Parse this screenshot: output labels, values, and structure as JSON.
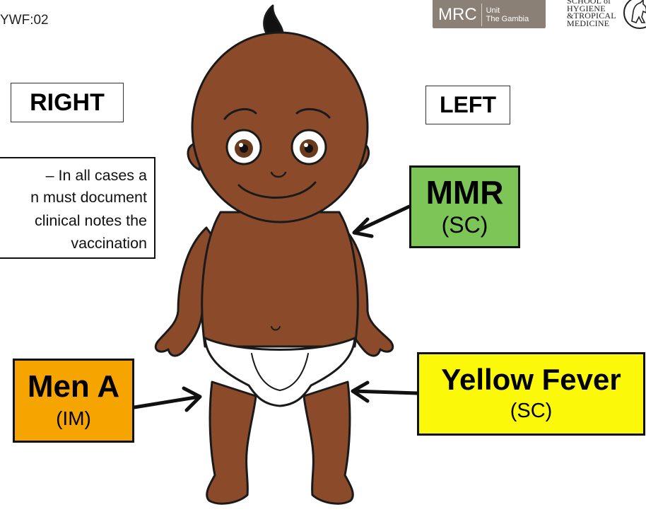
{
  "header": {
    "doc_code": "YWF:02",
    "mrc_logo": {
      "name": "MRC",
      "line1": "Unit",
      "line2": "The Gambia"
    },
    "lshtm_logo": {
      "lines": [
        "SCHOOL of",
        "HYGIENE",
        "&TROPICAL",
        "MEDICINE"
      ]
    }
  },
  "sides": {
    "right": "RIGHT",
    "left": "LEFT"
  },
  "note": {
    "lines": [
      "– In all cases a",
      "n must document",
      "clinical notes the",
      "vaccination"
    ]
  },
  "vaccines": [
    {
      "name": "MMR",
      "route": "(SC)",
      "color": "#7dc557",
      "site": "left upper arm"
    },
    {
      "name": "Men A",
      "route": "(IM)",
      "color": "#f6a500",
      "site": "right thigh"
    },
    {
      "name": "Yellow Fever",
      "route": "(SC)",
      "color": "#fbf80a",
      "site": "left thigh"
    }
  ],
  "colors": {
    "skin": "#8b4b2b",
    "outline": "#1a1a1a",
    "diaper": "#ffffff",
    "mrc_grey": "#8a8076"
  },
  "icons": [
    "baby-illustration",
    "arrow-icon",
    "horse-crest-icon"
  ]
}
